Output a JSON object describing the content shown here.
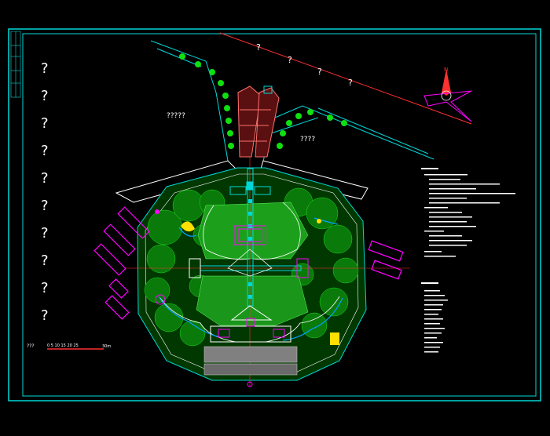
{
  "sheet": {
    "colors": {
      "frame": "#00d8d8",
      "vegetation": "#00a000",
      "tree": "#10e010",
      "path": "#ffffff",
      "accent": "#ff00ff",
      "axis": "#ff3030",
      "water": "#00a0ff",
      "label": "#ffffff"
    }
  },
  "left_column_marks": [
    "?",
    "?",
    "?",
    "?",
    "?",
    "?",
    "?",
    "?",
    "?",
    "?"
  ],
  "road_marks": [
    "?",
    "?",
    "?",
    "?"
  ],
  "area_labels": {
    "upper_left": "?????",
    "upper_right": "????"
  },
  "scale_bar": {
    "prefix": "???",
    "ticks": "0 5 10 15 20 25",
    "unit": "30m"
  },
  "north_arrow": {
    "label": "N"
  }
}
